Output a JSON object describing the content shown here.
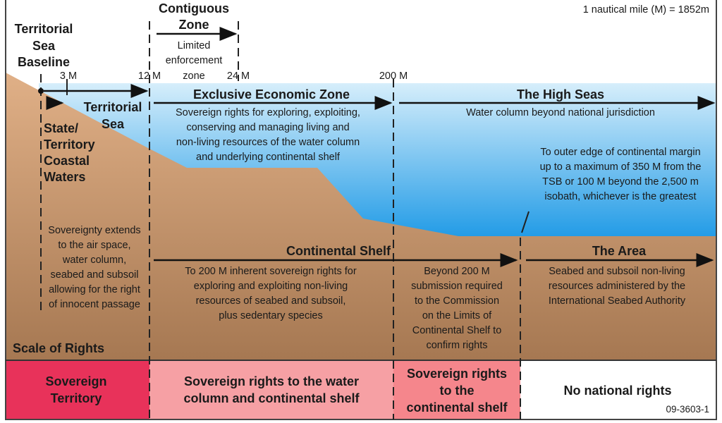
{
  "scale_note": "1 nautical mile (M) = 1852m",
  "figure_id": "09-3603-1",
  "labels": {
    "baseline": [
      "Territorial",
      "Sea",
      "Baseline"
    ],
    "contiguous_title": [
      "Contiguous",
      "Zone"
    ],
    "contiguous_desc": [
      "Limited",
      "enforcement",
      "zone"
    ],
    "m3": "3 M",
    "m12": "12 M",
    "m24": "24 M",
    "m200": "200 M",
    "territorial_sea": [
      "Territorial",
      "Sea"
    ],
    "coastal_waters": [
      "State/",
      "Territory",
      "Coastal",
      "Waters"
    ],
    "eez_title": "Exclusive Economic Zone",
    "eez_desc": [
      "Sovereign rights for exploring, exploiting,",
      "conserving and managing living and",
      "non-living resources of the water column",
      "and underlying continental shelf"
    ],
    "high_seas_title": "The High Seas",
    "high_seas_desc": "Water column beyond national jurisdiction",
    "margin_note": [
      "To outer edge of continental margin",
      "up to a maximum of 350 M from the",
      "TSB or 100 M beyond the 2,500 m",
      "isobath, whichever is the greatest"
    ],
    "sovereignty_desc": [
      "Sovereignty extends",
      "to the air space,",
      "water column,",
      "seabed and subsoil",
      "allowing for the right",
      "of innocent passage"
    ],
    "shelf_title": "Continental Shelf",
    "shelf_desc": [
      "To 200 M inherent sovereign rights for",
      "exploring and exploiting non-living",
      "resources of seabed and subsoil,",
      "plus sedentary species"
    ],
    "beyond_desc": [
      "Beyond 200 M",
      "submission required",
      "to the Commission",
      "on the Limits of",
      "Continental Shelf to",
      "confirm rights"
    ],
    "area_title": "The Area",
    "area_desc": [
      "Seabed and subsoil non-living",
      "resources administered by the",
      "International Seabed Authority"
    ],
    "scale_of_rights": "Scale of Rights"
  },
  "rights": [
    {
      "lines": [
        "Sovereign",
        "Territory"
      ],
      "color": "#e8325a"
    },
    {
      "lines": [
        "Sovereign rights to the water",
        "column and continental shelf"
      ],
      "color": "#f6a0a4"
    },
    {
      "lines": [
        "Sovereign rights",
        "to the",
        "continental shelf"
      ],
      "color": "#f5868c"
    },
    {
      "lines": [
        "No national rights"
      ],
      "color": "#ffffff"
    }
  ],
  "colors": {
    "water_top": "#cfeafa",
    "water_bottom": "#1f9ae6",
    "seabed_top": "#dcaa7e",
    "seabed_bottom": "#a97b55"
  }
}
